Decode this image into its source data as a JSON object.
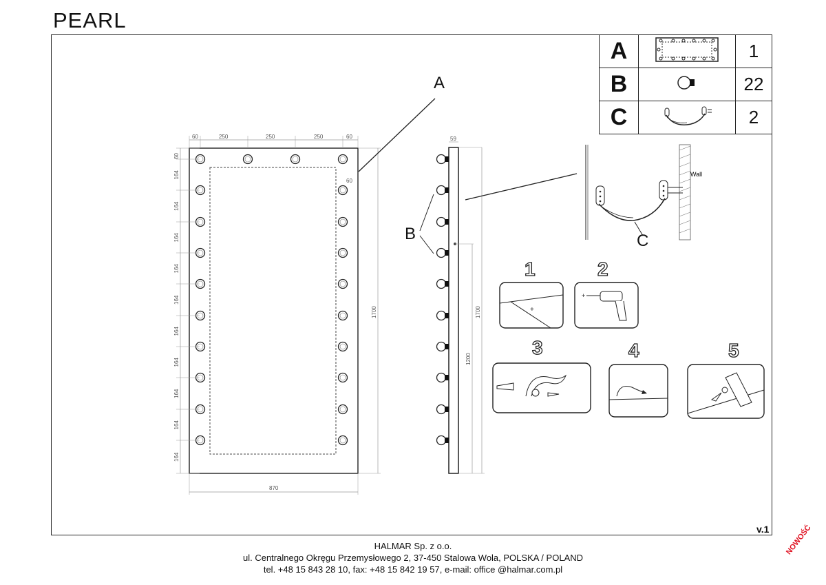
{
  "title": "PEARL",
  "parts": [
    {
      "letter": "A",
      "qty": "1",
      "icon": "mirror-icon"
    },
    {
      "letter": "B",
      "qty": "22",
      "icon": "bulb-icon"
    },
    {
      "letter": "C",
      "qty": "2",
      "icon": "bracket-icon"
    }
  ],
  "front": {
    "top_dims": [
      "60",
      "250",
      "250",
      "250",
      "60"
    ],
    "inner_offset": "60",
    "left_top": "60",
    "left_spacing": "164",
    "height": "1700",
    "width": "870"
  },
  "side": {
    "depth": "59",
    "height": "1700",
    "mount_height": "1200"
  },
  "labels": {
    "a": "A",
    "b": "B",
    "c": "C",
    "wall": "Wall"
  },
  "steps": [
    "1",
    "2",
    "3",
    "4",
    "5"
  ],
  "version": "v.1",
  "footer": {
    "company": "HALMAR Sp. z o.o.",
    "address": "ul. Centralnego Okręgu Przemysłowego 2, 37-450 Stalowa Wola, POLSKA / POLAND",
    "contact": "tel. +48 15 843 28 10, fax: +48 15 842 19 57, e-mail: office @halmar.com.pl"
  },
  "badge": "NOWOŚĆ",
  "colors": {
    "badge": "#e01020",
    "line": "#222222"
  }
}
